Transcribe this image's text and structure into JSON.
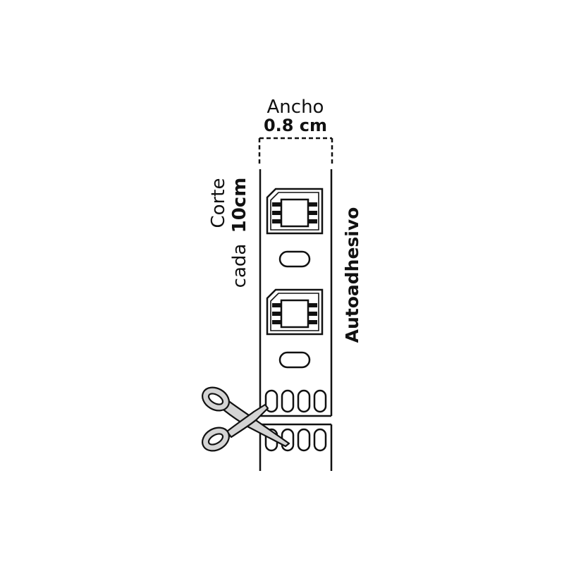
{
  "diagram": {
    "width_label": "Ancho",
    "width_value": "0.8 cm",
    "cut_label_line1": "Corte",
    "cut_label_line2_prefix": "cada",
    "cut_label_line2_value": "10cm",
    "adhesive_label": "Autoadhesivo"
  },
  "icons": {
    "led_chip": "smd-led-chip-icon",
    "resistor": "resistor-pad-icon",
    "cut_pads": "copper-solder-pads-icon",
    "scissors": "scissors-icon"
  },
  "colors": {
    "stroke": "#111111",
    "scissors_fill": "#d4d4d4",
    "background": "#ffffff"
  }
}
